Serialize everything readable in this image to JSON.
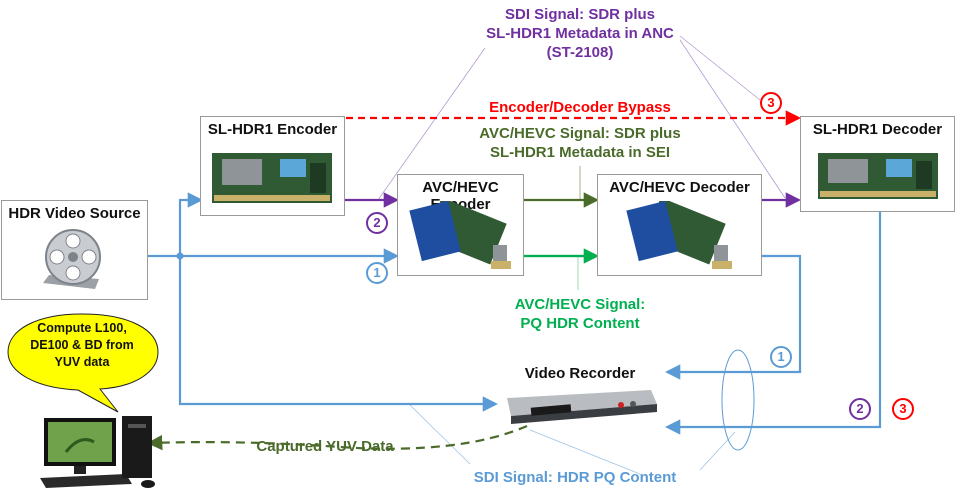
{
  "boxes": {
    "hdr_source": "HDR Video Source",
    "encoder": "SL-HDR1 Encoder",
    "decoder": "SL-HDR1 Decoder",
    "avc_encoder": "AVC/HEVC Encoder",
    "avc_decoder": "AVC/HEVC Decoder"
  },
  "labels": {
    "sdi_sdr": [
      "SDI Signal: SDR plus",
      "SL-HDR1 Metadata in ANC",
      "(ST-2108)"
    ],
    "bypass": "Encoder/Decoder Bypass",
    "avc_sdr": [
      "AVC/HEVC Signal: SDR plus",
      "SL-HDR1 Metadata in SEI"
    ],
    "avc_pq": [
      "AVC/HEVC Signal:",
      "PQ HDR Content"
    ],
    "video_recorder": "Video Recorder",
    "captured": "Captured YUV Data",
    "sdi_pq": "SDI Signal: HDR PQ Content"
  },
  "bubble": [
    "Compute L100,",
    "DE100 & BD from",
    "YUV data"
  ],
  "markers": {
    "one": "1",
    "two": "2",
    "three": "3"
  },
  "colors": {
    "purple": "#7030a0",
    "red": "#ff0000",
    "dark_green": "#4a6b2a",
    "green": "#00b050",
    "blue": "#5b9bd5",
    "bubble_fill": "#ffff00"
  },
  "icons": [
    "film-reel-icon",
    "circuit-card-icon",
    "video-recorder-icon",
    "desktop-computer-icon"
  ]
}
